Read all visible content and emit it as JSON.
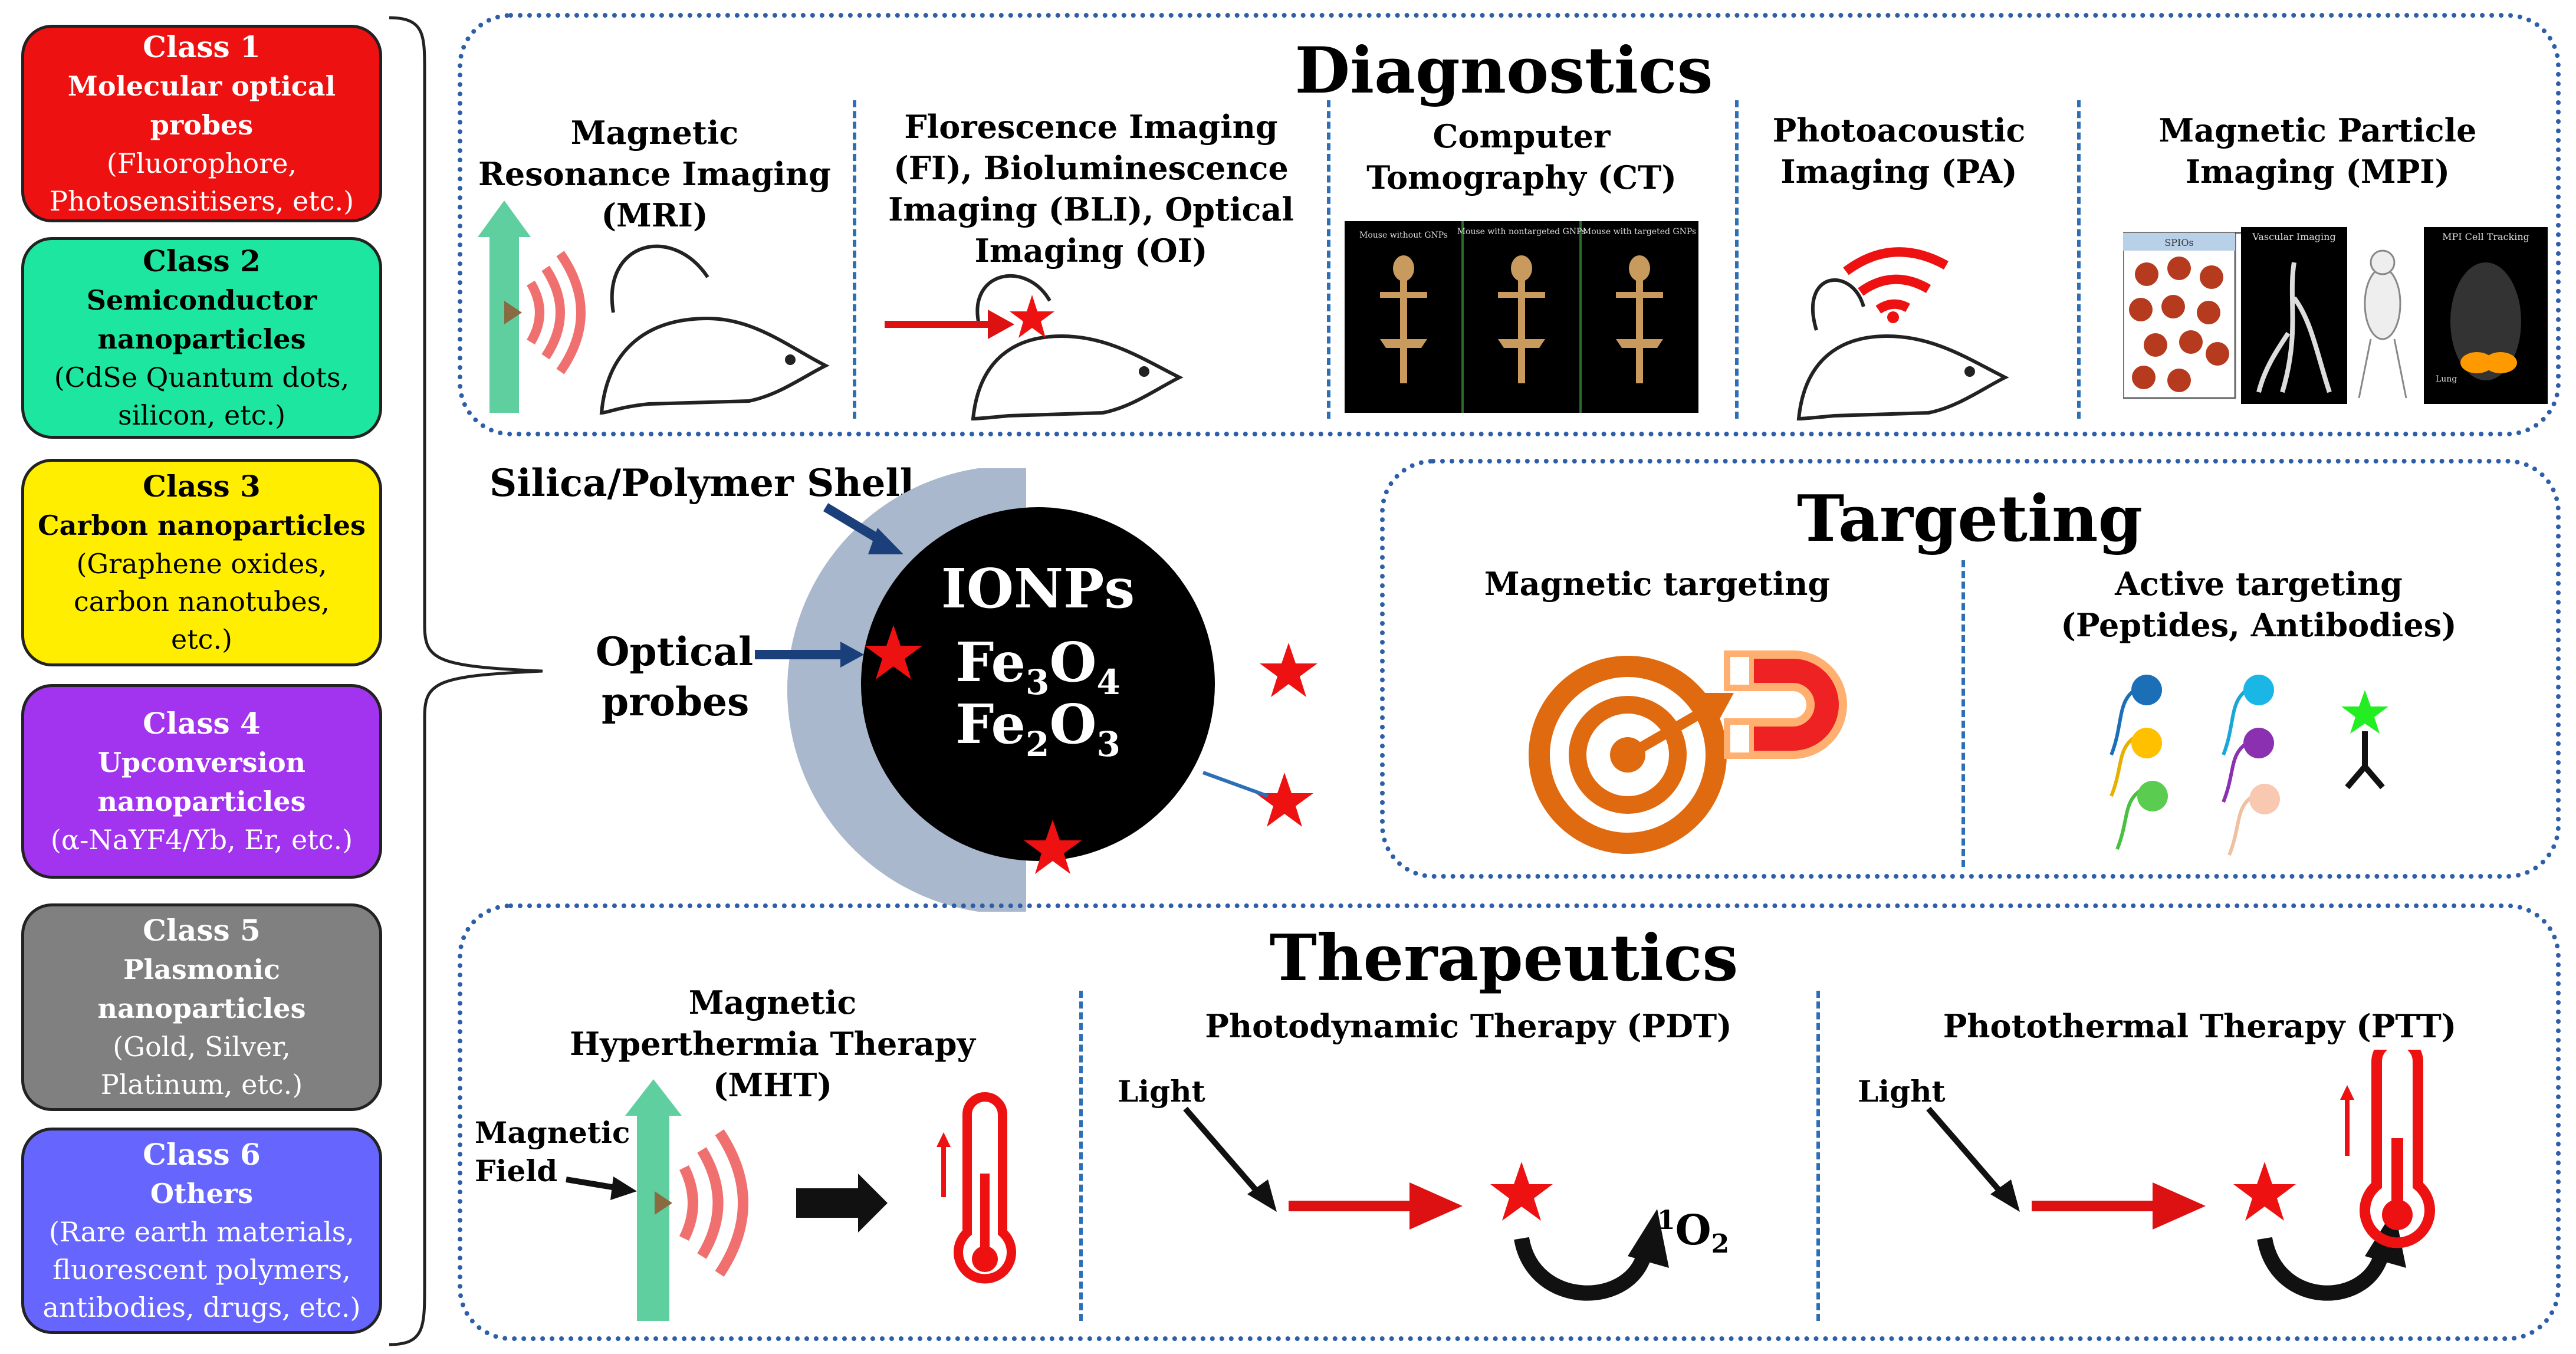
{
  "classes": [
    {
      "number": "Class 1",
      "title": "Molecular optical probes",
      "desc": "(Fluorophore, Photosensitisers, etc.)",
      "color": "#ee1111"
    },
    {
      "number": "Class 2",
      "title": "Semiconductor nanoparticles",
      "desc": "(CdSe Quantum dots, silicon, etc.)",
      "color": "#1de6a0"
    },
    {
      "number": "Class 3",
      "title": "Carbon nanoparticles",
      "desc": "(Graphene oxides, carbon nanotubes, etc.)",
      "color": "#ffee00"
    },
    {
      "number": "Class 4",
      "title": "Upconversion nanoparticles",
      "desc": "(α-NaYF4/Yb, Er, etc.)",
      "color": "#a233ee"
    },
    {
      "number": "Class 5",
      "title": "Plasmonic nanoparticles",
      "desc": "(Gold, Silver, Platinum, etc.)",
      "color": "#808080"
    },
    {
      "number": "Class 6",
      "title": "Others",
      "desc": "(Rare earth materials, fluorescent polymers, antibodies, drugs, etc.)",
      "color": "#6666ff"
    }
  ],
  "diagnostics": {
    "title": "Diagnostics",
    "mri": "Magnetic Resonance Imaging (MRI)",
    "fi": "Florescence Imaging (FI), Bioluminescence Imaging (BLI), Optical Imaging (OI)",
    "ct": "Computer Tomography (CT)",
    "pa": "Photoacoustic Imaging (PA)",
    "mpi": "Magnetic Particle Imaging (MPI)",
    "ct_panels": [
      "Mouse without GNPs",
      "Mouse with nontargeted GNPs",
      "Mouse with targeted GNPs"
    ],
    "mpi_panels": [
      "SPIOs",
      "Vascular Imaging",
      "MPI Cell Tracking"
    ],
    "mpi_lung": "Lung"
  },
  "center": {
    "shell": "Silica/Polymer Shell",
    "probes_line1": "Optical",
    "probes_line2": "probes",
    "core_line1": "IONPs",
    "core_fe3o4": "Fe",
    "core_fe3o4_sub1": "3",
    "core_fe3o4_o": "O",
    "core_fe3o4_sub2": "4",
    "core_fe2o3": "Fe",
    "core_fe2o3_sub1": "2",
    "core_fe2o3_o": "O",
    "core_fe2o3_sub2": "3"
  },
  "targeting": {
    "title": "Targeting",
    "magnetic": "Magnetic targeting",
    "active_line1": "Active targeting",
    "active_line2": "(Peptides, Antibodies)"
  },
  "therapeutics": {
    "title": "Therapeutics",
    "mht": "Magnetic Hyperthermia Therapy (MHT)",
    "pdt": "Photodynamic Therapy (PDT)",
    "ptt": "Photothermal Therapy (PTT)",
    "field_line1": "Magnetic",
    "field_line2": "Field",
    "light": "Light",
    "singlet_sup": "1",
    "singlet": "O",
    "singlet_sub": "2"
  },
  "colors": {
    "panel_border": "#2d5ea8",
    "star": "#ee1111",
    "arrow_red": "#dd1111",
    "wave": "#f07070",
    "green_bar": "#5fcfa0",
    "shell": "#a9b8cc"
  }
}
